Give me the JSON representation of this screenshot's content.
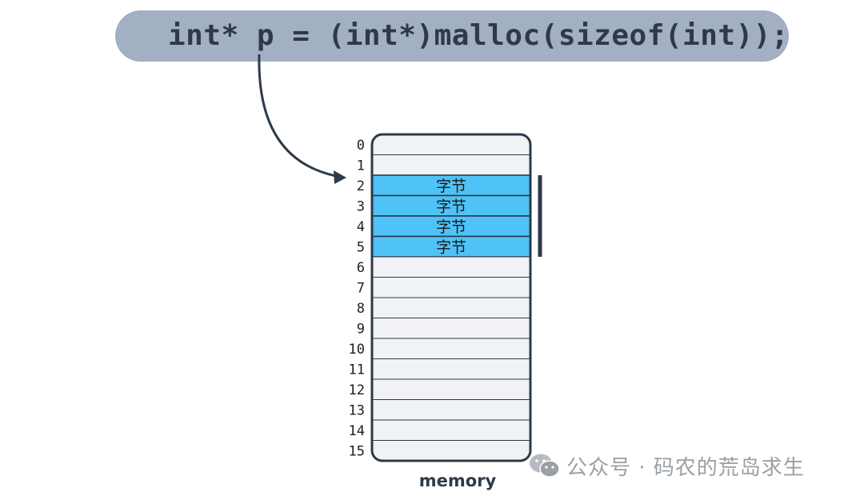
{
  "code": {
    "statement": "int* p = (int*)malloc(sizeof(int));"
  },
  "memory": {
    "caption": "memory",
    "cells": [
      {
        "index": "0",
        "label": "",
        "allocated": false
      },
      {
        "index": "1",
        "label": "",
        "allocated": false
      },
      {
        "index": "2",
        "label": "字节",
        "allocated": true
      },
      {
        "index": "3",
        "label": "字节",
        "allocated": true
      },
      {
        "index": "4",
        "label": "字节",
        "allocated": true
      },
      {
        "index": "5",
        "label": "字节",
        "allocated": true
      },
      {
        "index": "6",
        "label": "",
        "allocated": false
      },
      {
        "index": "7",
        "label": "",
        "allocated": false
      },
      {
        "index": "8",
        "label": "",
        "allocated": false
      },
      {
        "index": "9",
        "label": "",
        "allocated": false
      },
      {
        "index": "10",
        "label": "",
        "allocated": false
      },
      {
        "index": "11",
        "label": "",
        "allocated": false
      },
      {
        "index": "12",
        "label": "",
        "allocated": false
      },
      {
        "index": "13",
        "label": "",
        "allocated": false
      },
      {
        "index": "14",
        "label": "",
        "allocated": false
      },
      {
        "index": "15",
        "label": "",
        "allocated": false
      }
    ],
    "pointer_target_index": 2
  },
  "watermark": {
    "icon": "wechat-icon",
    "text": "公众号 · 码农的荒岛求生"
  },
  "colors": {
    "pill": "#a3b0c3",
    "code_text": "#2e3a48",
    "allocated_fill": "#4fc3f7",
    "free_fill": "#f0f2f5",
    "outline": "#2e3a48",
    "watermark": "#9aa0a6"
  }
}
